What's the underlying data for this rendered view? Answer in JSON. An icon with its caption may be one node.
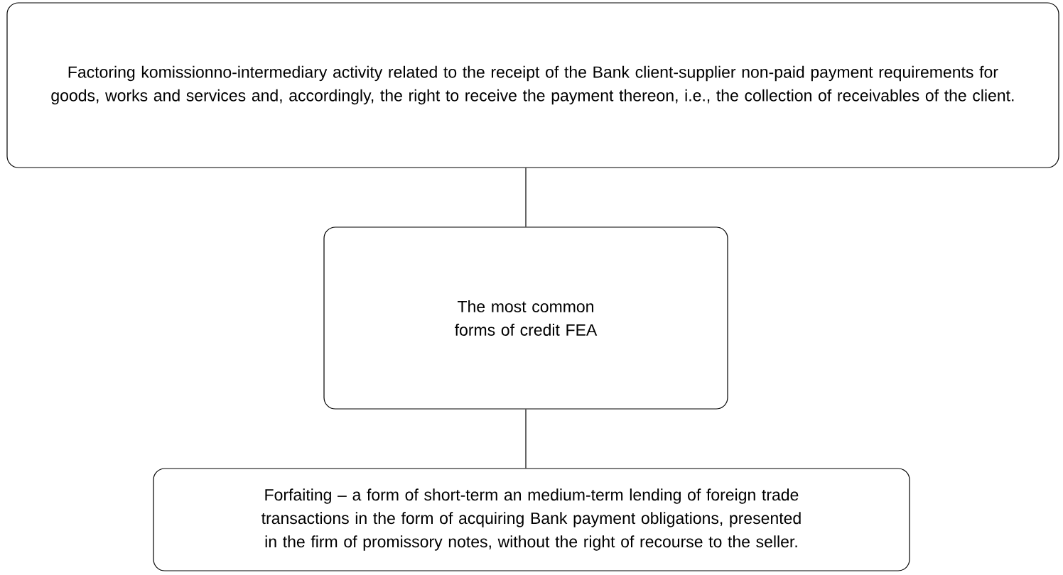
{
  "diagram": {
    "nodes": [
      {
        "text": [
          "Factoring komissionno-intermediary activity related to the receipt of the Bank client-supplier non-paid payment requirements for goods, works and services and, accordingly, the right to receive the payment thereon, i.e., the collection of receivables of the client."
        ]
      },
      {
        "text": [
          "The most common forms of credit FEA"
        ]
      },
      {
        "text": [
          "Forfaiting – a form of short-term an medium-term lending of foreign trade transactions in the form of acquiring Bank payment obligations, presented in the firm of promissory notes, without the right of recourse to the seller."
        ]
      }
    ],
    "edges": [
      {
        "from": 0,
        "to": 1,
        "arrow": "none"
      },
      {
        "from": 1,
        "to": 2,
        "arrow": "none"
      }
    ]
  }
}
